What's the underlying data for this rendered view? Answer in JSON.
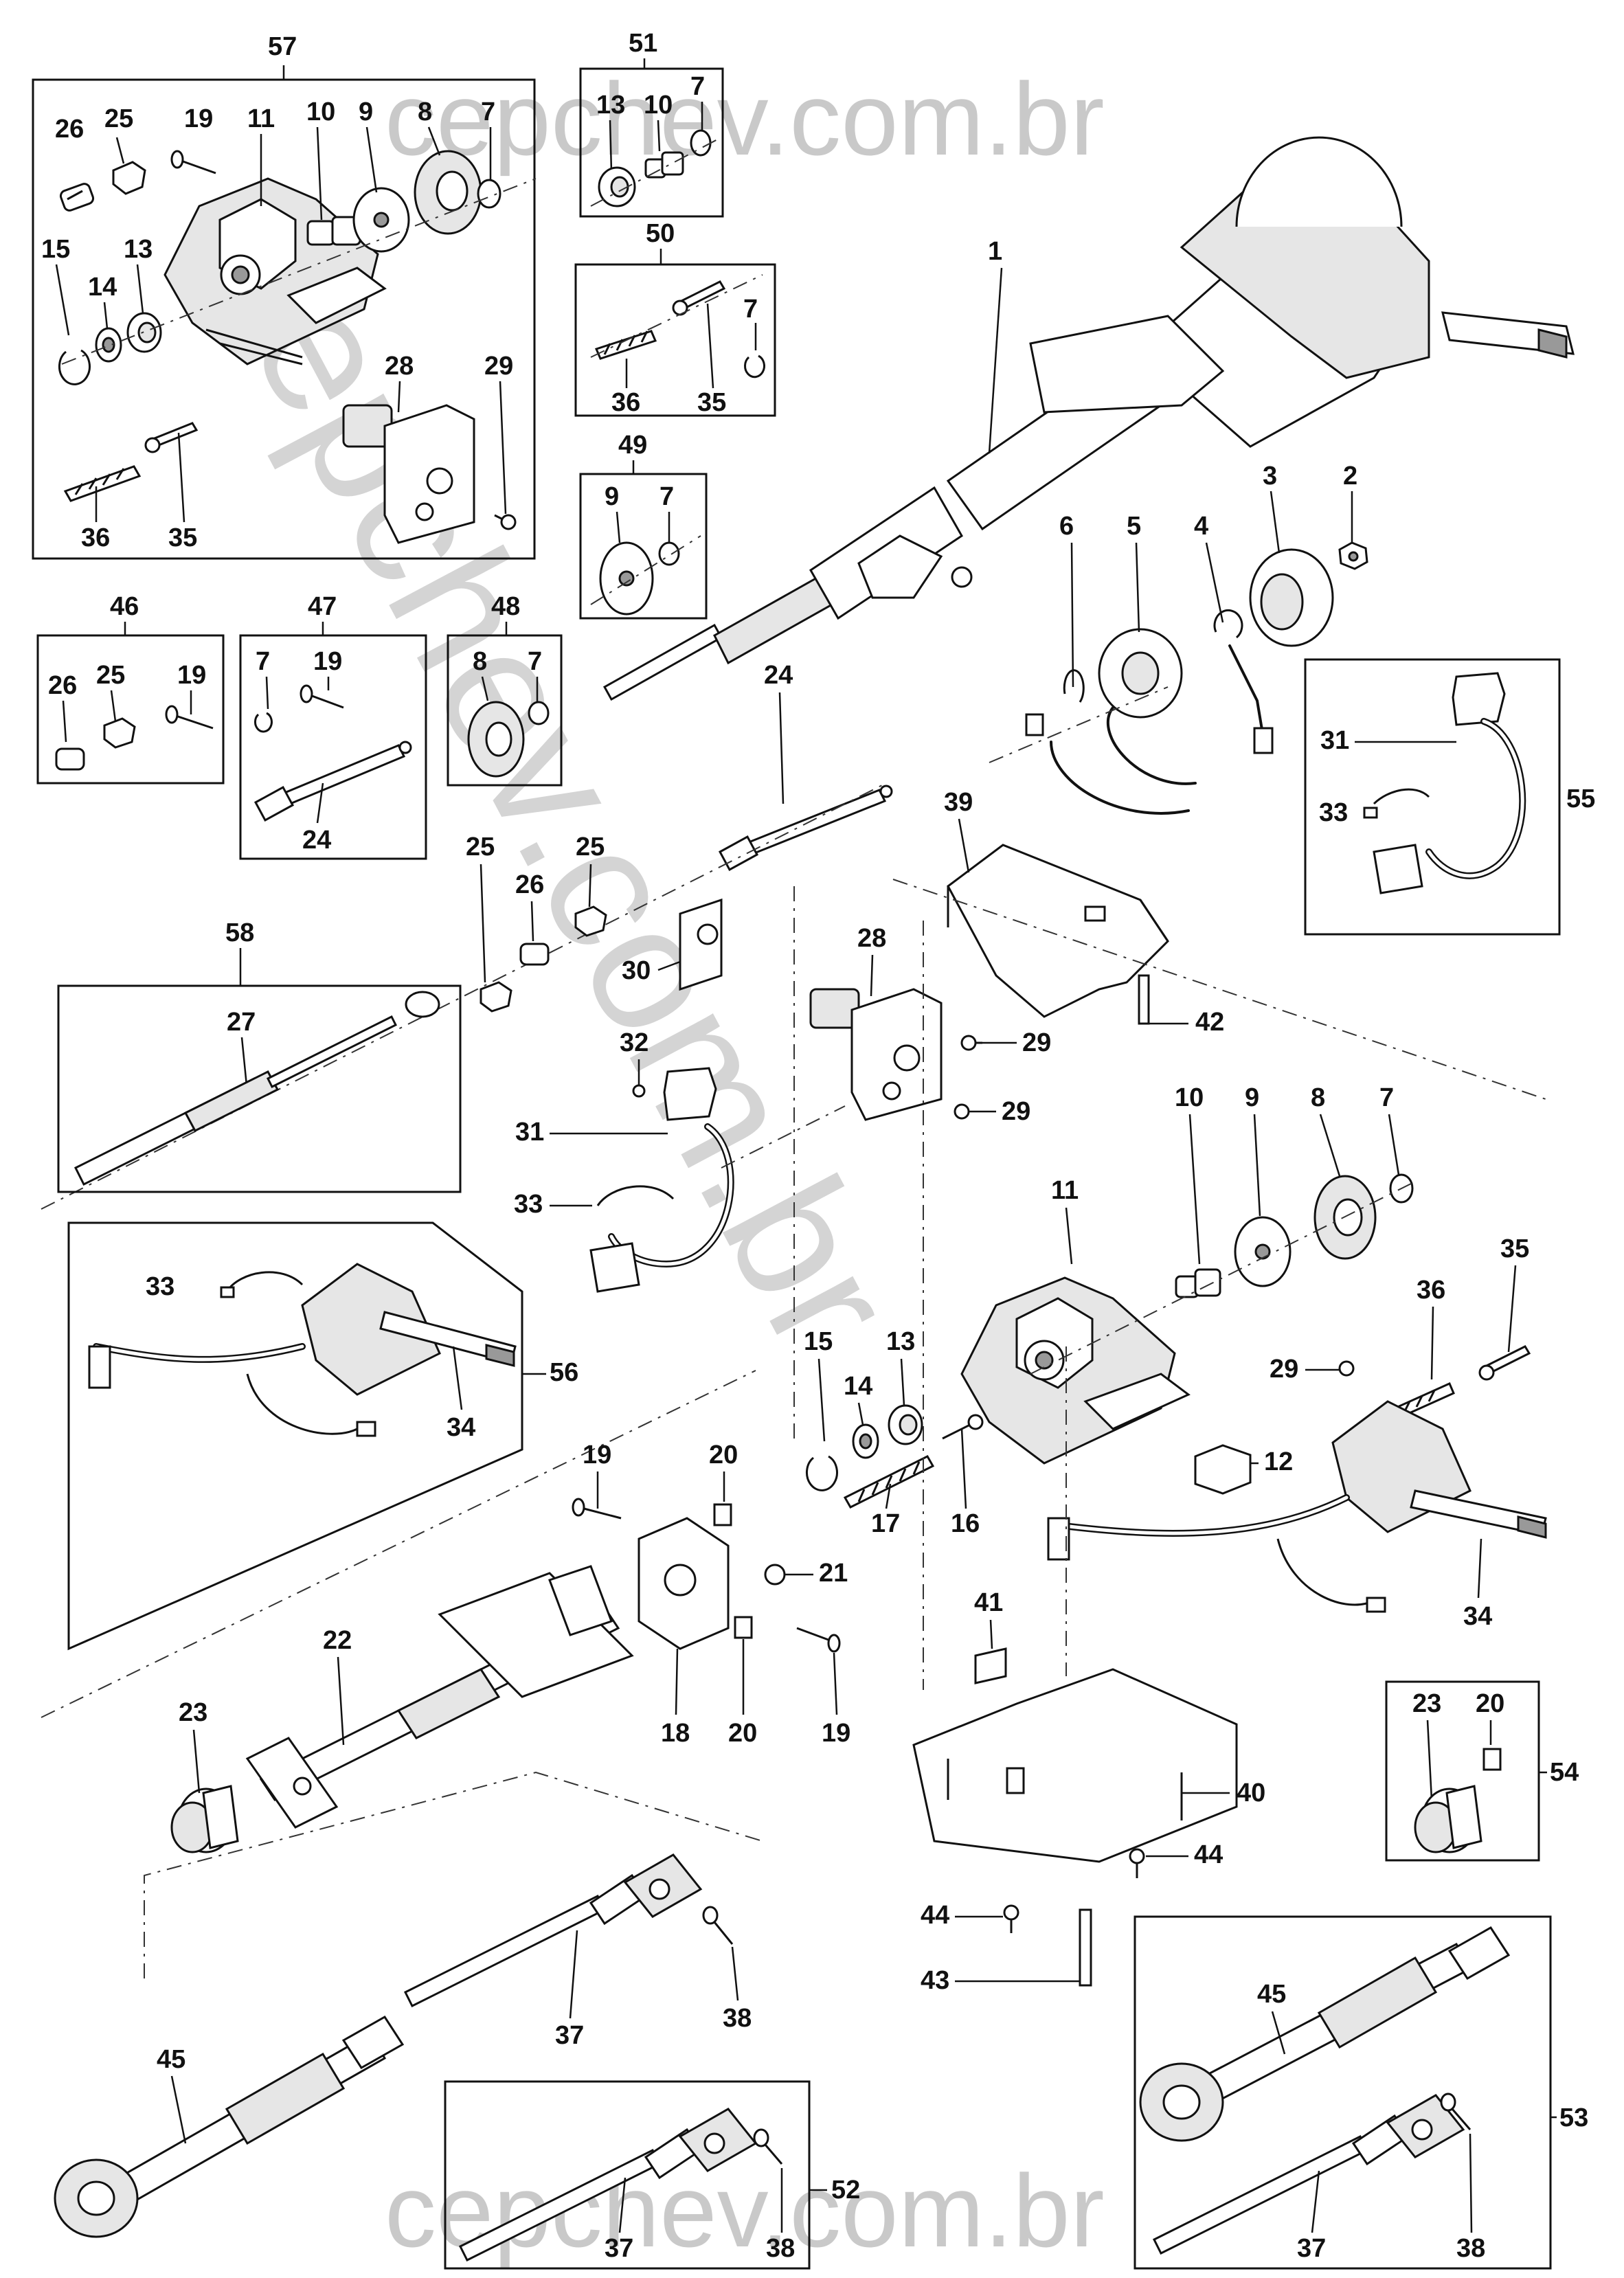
{
  "watermark": {
    "top_text": "cepchev.com.br",
    "bottom_text": "cepchev.com.br",
    "diagonal_text": "cepchev.com.br"
  },
  "callouts": {
    "c57": "57",
    "c51": "51",
    "c50": "50",
    "c49": "49",
    "c46": "46",
    "c47": "47",
    "c48": "48",
    "c58": "58",
    "c56": "56",
    "c55": "55",
    "c54": "54",
    "c53": "53",
    "c52": "52",
    "b57_26": "26",
    "b57_25": "25",
    "b57_19": "19",
    "b57_11": "11",
    "b57_10": "10",
    "b57_9": "9",
    "b57_8": "8",
    "b57_7": "7",
    "b57_15": "15",
    "b57_14": "14",
    "b57_13": "13",
    "b57_28": "28",
    "b57_29": "29",
    "b57_36": "36",
    "b57_35": "35",
    "b51_13": "13",
    "b51_10": "10",
    "b51_7": "7",
    "b50_7": "7",
    "b50_36": "36",
    "b50_35": "35",
    "b49_9": "9",
    "b49_7": "7",
    "b46_26": "26",
    "b46_25": "25",
    "b46_19": "19",
    "b47_7": "7",
    "b47_19": "19",
    "b47_24": "24",
    "b48_8": "8",
    "b48_7": "7",
    "m1": "1",
    "m2": "2",
    "m3": "3",
    "m4": "4",
    "m5": "5",
    "m6": "6",
    "m24": "24",
    "m25a": "25",
    "m26": "26",
    "m25b": "25",
    "m30": "30",
    "m39": "39",
    "m42": "42",
    "m28": "28",
    "m29a": "29",
    "m29b": "29",
    "m32": "32",
    "m31": "31",
    "m33": "33",
    "m27": "27",
    "b56_33": "33",
    "b56_34": "34",
    "b55_31": "31",
    "b55_33": "33",
    "m10": "10",
    "m9": "9",
    "m8": "8",
    "m7": "7",
    "m11": "11",
    "m15": "15",
    "m14": "14",
    "m13": "13",
    "m17": "17",
    "m16": "16",
    "m36": "36",
    "m35": "35",
    "m29c": "29",
    "m12": "12",
    "m34": "34",
    "m19a": "19",
    "m20a": "20",
    "m21": "21",
    "m22": "22",
    "m23": "23",
    "m18": "18",
    "m20b": "20",
    "m19b": "19",
    "m41": "41",
    "m40": "40",
    "m44a": "44",
    "m44b": "44",
    "m43": "43",
    "b54_23": "23",
    "b54_20": "20",
    "m37": "37",
    "m38": "38",
    "m45": "45",
    "b52_37": "37",
    "b52_38": "38",
    "b53_45": "45",
    "b53_37": "37",
    "b53_38": "38"
  }
}
